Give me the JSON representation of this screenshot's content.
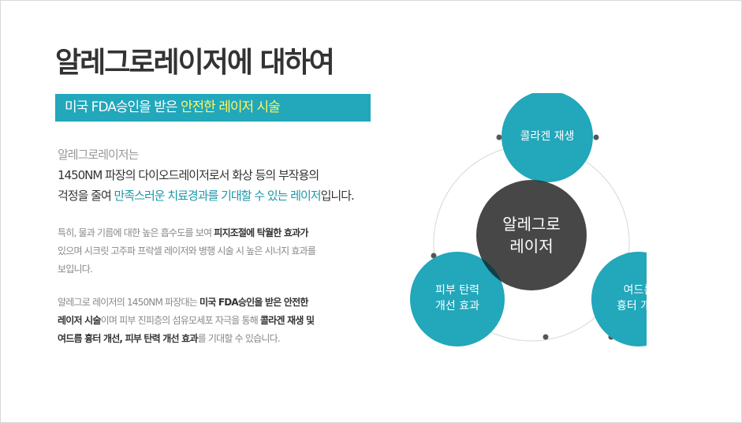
{
  "title": "알레그로레이저에 대하여",
  "subtitle": {
    "plain": "미국 FDA승인을 받은 ",
    "highlight": "안전한 레이저 시술"
  },
  "intro": {
    "line1": "알레그로레이저는",
    "line2": "1450NM 파장의 다이오드레이저로서 화상 등의 부작용의",
    "line3_a": "걱정을 줄여 ",
    "line3_b": "만족스러운 치료경과를 기대할 수 있는 레이저",
    "line3_c": "입니다."
  },
  "para1": {
    "l1_a": "특히, 물과 기름에 대한 높은 흡수도를 보여 ",
    "l1_b": "피지조절에 탁월한 효과",
    "l1_c": "가",
    "l2": "있으며 시크릿 고주파 프락셀 레이저와 병행 시술 시 높은 시너지 효과를",
    "l3": "보입니다."
  },
  "para2": {
    "l1_a": "알레그로 레이저의 1450NM 파장대는 ",
    "l1_b": "미국 FDA승인을 받은 안전한",
    "l2_a": "레이저 시술",
    "l2_b": "이며 피부 진피층의 섬유모세포 자극을 통해 ",
    "l2_c": "콜라겐 재생 및",
    "l3_a": "여드름 흉터 개선, 피부 탄력 개선 효과",
    "l3_b": "를 기대할 수 있습니다."
  },
  "diagram": {
    "center": {
      "line1": "알레그로",
      "line2": "레이저"
    },
    "top": "콜라겐 재생",
    "left": {
      "line1": "피부 탄력",
      "line2": "개선 효과"
    },
    "right": {
      "line1": "여드름",
      "line2": "흉터 개선"
    },
    "colors": {
      "teal": "#22a7bb",
      "dark": "#474747",
      "overlap": "#0f3f49"
    }
  }
}
